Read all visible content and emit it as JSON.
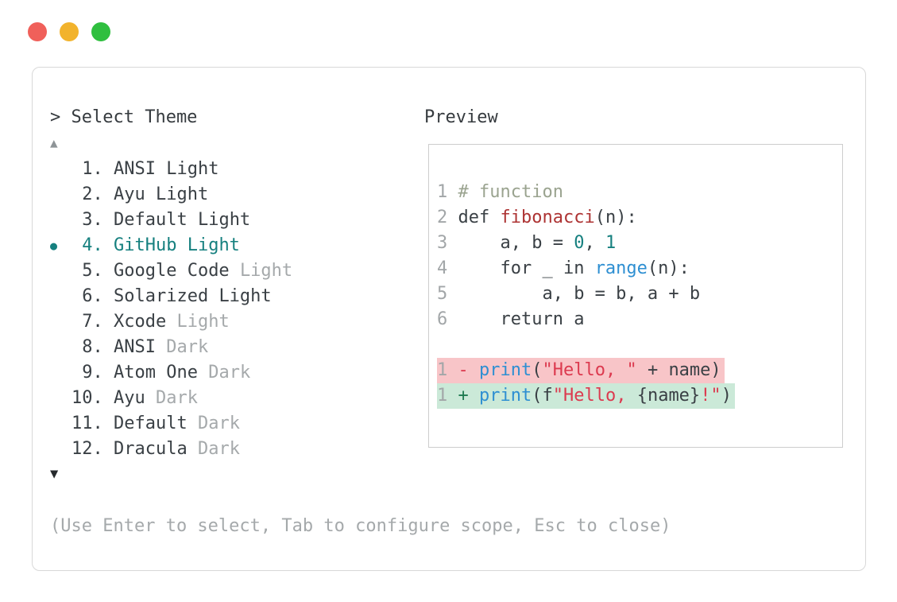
{
  "window": {
    "traffic_lights": [
      {
        "name": "close-button",
        "color": "#f0605a"
      },
      {
        "name": "minimize-button",
        "color": "#f2b32c"
      },
      {
        "name": "zoom-button",
        "color": "#2fbf3f"
      }
    ]
  },
  "picker": {
    "title": "> Select Theme",
    "scroll_up_glyph": "▲",
    "scroll_down_glyph": "▼",
    "selected_bullet_glyph": "●",
    "items": [
      {
        "num": "1",
        "name": "ANSI",
        "suffix": "Light",
        "muted_suffix": false,
        "selected": false
      },
      {
        "num": "2",
        "name": "Ayu",
        "suffix": "Light",
        "muted_suffix": false,
        "selected": false
      },
      {
        "num": "3",
        "name": "Default",
        "suffix": "Light",
        "muted_suffix": false,
        "selected": false
      },
      {
        "num": "4",
        "name": "GitHub",
        "suffix": "Light",
        "muted_suffix": false,
        "selected": true
      },
      {
        "num": "5",
        "name": "Google Code",
        "suffix": "Light",
        "muted_suffix": true,
        "selected": false
      },
      {
        "num": "6",
        "name": "Solarized",
        "suffix": "Light",
        "muted_suffix": false,
        "selected": false
      },
      {
        "num": "7",
        "name": "Xcode",
        "suffix": "Light",
        "muted_suffix": true,
        "selected": false
      },
      {
        "num": "8",
        "name": "ANSI",
        "suffix": "Dark",
        "muted_suffix": true,
        "selected": false
      },
      {
        "num": "9",
        "name": "Atom One",
        "suffix": "Dark",
        "muted_suffix": true,
        "selected": false
      },
      {
        "num": "10",
        "name": "Ayu",
        "suffix": "Dark",
        "muted_suffix": true,
        "selected": false
      },
      {
        "num": "11",
        "name": "Default",
        "suffix": "Dark",
        "muted_suffix": true,
        "selected": false
      },
      {
        "num": "12",
        "name": "Dracula",
        "suffix": "Dark",
        "muted_suffix": true,
        "selected": false
      }
    ],
    "footer": "(Use Enter to select, Tab to configure scope, Esc to close)"
  },
  "preview": {
    "label": "Preview",
    "code_lines": [
      {
        "ln": "1",
        "tokens": [
          {
            "t": "# function",
            "c": "comment"
          }
        ]
      },
      {
        "ln": "2",
        "tokens": [
          {
            "t": "def ",
            "c": "plain"
          },
          {
            "t": "fibonacci",
            "c": "func"
          },
          {
            "t": "(n):",
            "c": "plain"
          }
        ]
      },
      {
        "ln": "3",
        "tokens": [
          {
            "t": "    a, b = ",
            "c": "plain"
          },
          {
            "t": "0",
            "c": "number"
          },
          {
            "t": ", ",
            "c": "plain"
          },
          {
            "t": "1",
            "c": "number"
          }
        ]
      },
      {
        "ln": "4",
        "tokens": [
          {
            "t": "    for _ in ",
            "c": "plain"
          },
          {
            "t": "range",
            "c": "builtin"
          },
          {
            "t": "(n):",
            "c": "plain"
          }
        ]
      },
      {
        "ln": "5",
        "tokens": [
          {
            "t": "        a, b = b, a + b",
            "c": "plain"
          }
        ]
      },
      {
        "ln": "6",
        "tokens": [
          {
            "t": "    return a",
            "c": "plain"
          }
        ]
      }
    ],
    "diff_lines": [
      {
        "ln": "1",
        "kind": "removed",
        "tokens": [
          {
            "t": "- ",
            "c": "string"
          },
          {
            "t": "print",
            "c": "builtin"
          },
          {
            "t": "(",
            "c": "plain"
          },
          {
            "t": "\"Hello, \"",
            "c": "string"
          },
          {
            "t": " + name)",
            "c": "plain"
          }
        ]
      },
      {
        "ln": "1",
        "kind": "added",
        "tokens": [
          {
            "t": "+ ",
            "c": "added"
          },
          {
            "t": "print",
            "c": "builtin"
          },
          {
            "t": "(f",
            "c": "plain"
          },
          {
            "t": "\"Hello, ",
            "c": "string"
          },
          {
            "t": "{name}",
            "c": "plain"
          },
          {
            "t": "!\"",
            "c": "string"
          },
          {
            "t": ")",
            "c": "plain"
          }
        ]
      }
    ]
  },
  "colors": {
    "accent_teal": "#16807f",
    "text_dark": "#3a4045",
    "text_muted": "#a5a9ab",
    "comment_green": "#9aa38f",
    "function_red": "#ad3333",
    "builtin_blue": "#2e8fd2",
    "string_crimson": "#dc3a4f",
    "added_green": "#1e7a50",
    "diff_removed_bg": "#f8c5c8",
    "diff_added_bg": "#cbe9d8",
    "window_border": "#d8d8d8"
  }
}
